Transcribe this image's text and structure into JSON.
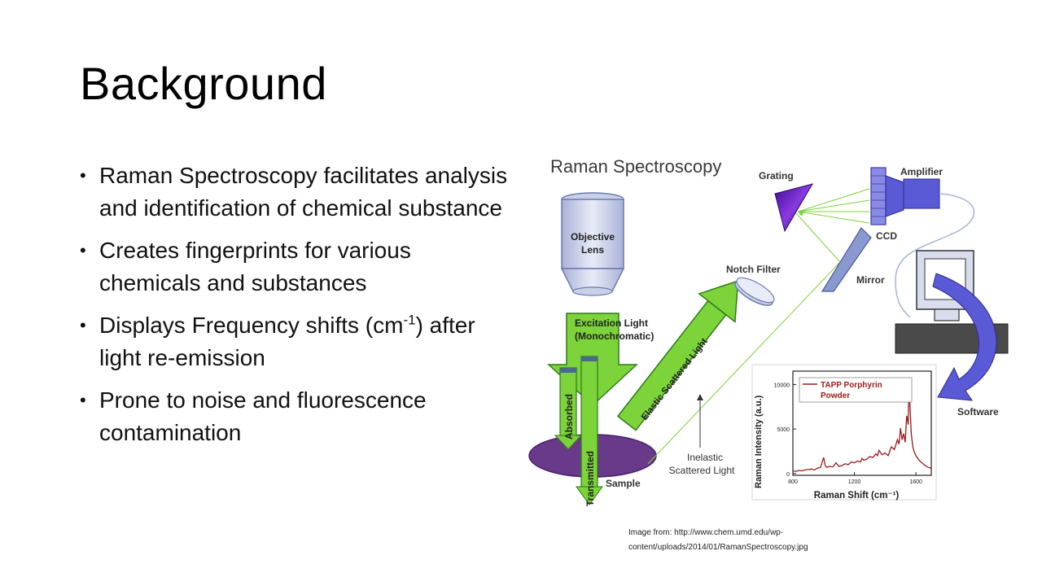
{
  "slide": {
    "title": "Background",
    "bullets": [
      {
        "text": "Raman Spectroscopy facilitates analysis and identification of chemical substance"
      },
      {
        "text_pre": "Displays Frequency shifts (cm",
        "sup": "-1",
        "text_post": ") after light re-emission"
      },
      {
        "text": "Creates fingerprints for various chemicals and substances"
      },
      {
        "text": "Prone to noise and fluorescence contamination"
      }
    ],
    "caption": "Image from: http://www.chem.umd.edu/wp-content/uploads/2014/01/RamanSpectroscopy.jpg"
  },
  "figure": {
    "title": "Raman Spectroscopy",
    "labels": {
      "grating": "Grating",
      "amplifier": "Amplifier",
      "ccd": "CCD",
      "objective_line1": "Objective",
      "objective_line2": "Lens",
      "notch_filter": "Notch Filter",
      "mirror": "Mirror",
      "excitation_line1": "Excitation Light",
      "excitation_line2": "(Monochromatic)",
      "elastic": "Elastic Scattered Light",
      "absorbed": "Absorbed",
      "transmitted": "Transmitted",
      "sample": "Sample",
      "inelastic_line1": "Inelastic",
      "inelastic_line2": "Scattered Light",
      "software": "Software"
    },
    "colors": {
      "green": "#7dd33a",
      "purple": "#6a3a8a",
      "blue": "#5a5ad6",
      "grating": "#5a1ab0",
      "spectrum": "#9b1b1b",
      "objective": "#c9cfe6"
    }
  },
  "chart_data": {
    "type": "line",
    "ylabel": "Raman Intensity (a.u.)",
    "xlabel": "Raman Shift (cm⁻¹)",
    "xlim": [
      800,
      1700
    ],
    "ylim": [
      -200,
      11500
    ],
    "x_ticks": [
      "800",
      "1200",
      "1600"
    ],
    "x_tick_values": [
      800,
      1200,
      1600
    ],
    "y_ticks": [
      "0",
      "5000",
      "10000"
    ],
    "y_tick_values": [
      0,
      5000,
      10000
    ],
    "legend": {
      "line1": "TAPP Porphyrin",
      "line2": "Powder",
      "placement": "top-left"
    },
    "series": [
      {
        "name": "TAPP Porphyrin Powder",
        "x": [
          800,
          820,
          840,
          860,
          880,
          900,
          920,
          940,
          960,
          980,
          1000,
          1010,
          1020,
          1040,
          1060,
          1080,
          1090,
          1100,
          1120,
          1140,
          1160,
          1180,
          1200,
          1220,
          1240,
          1250,
          1260,
          1280,
          1300,
          1320,
          1340,
          1350,
          1360,
          1380,
          1400,
          1420,
          1430,
          1440,
          1460,
          1480,
          1490,
          1500,
          1510,
          1520,
          1530,
          1540,
          1550,
          1555,
          1560,
          1570,
          1580,
          1590,
          1600,
          1620,
          1640,
          1660,
          1680,
          1700
        ],
        "y": [
          300,
          250,
          350,
          300,
          400,
          450,
          500,
          400,
          600,
          700,
          1800,
          900,
          700,
          800,
          750,
          1200,
          1000,
          800,
          900,
          1100,
          1000,
          1300,
          1200,
          1400,
          1300,
          1700,
          1500,
          1600,
          1900,
          1800,
          2200,
          2000,
          2600,
          2100,
          2300,
          2000,
          2500,
          3000,
          2700,
          3800,
          3300,
          5100,
          3800,
          4500,
          3500,
          6500,
          5500,
          10600,
          8000,
          4500,
          3000,
          2400,
          2000,
          1500,
          1200,
          900,
          700,
          600
        ]
      }
    ]
  }
}
